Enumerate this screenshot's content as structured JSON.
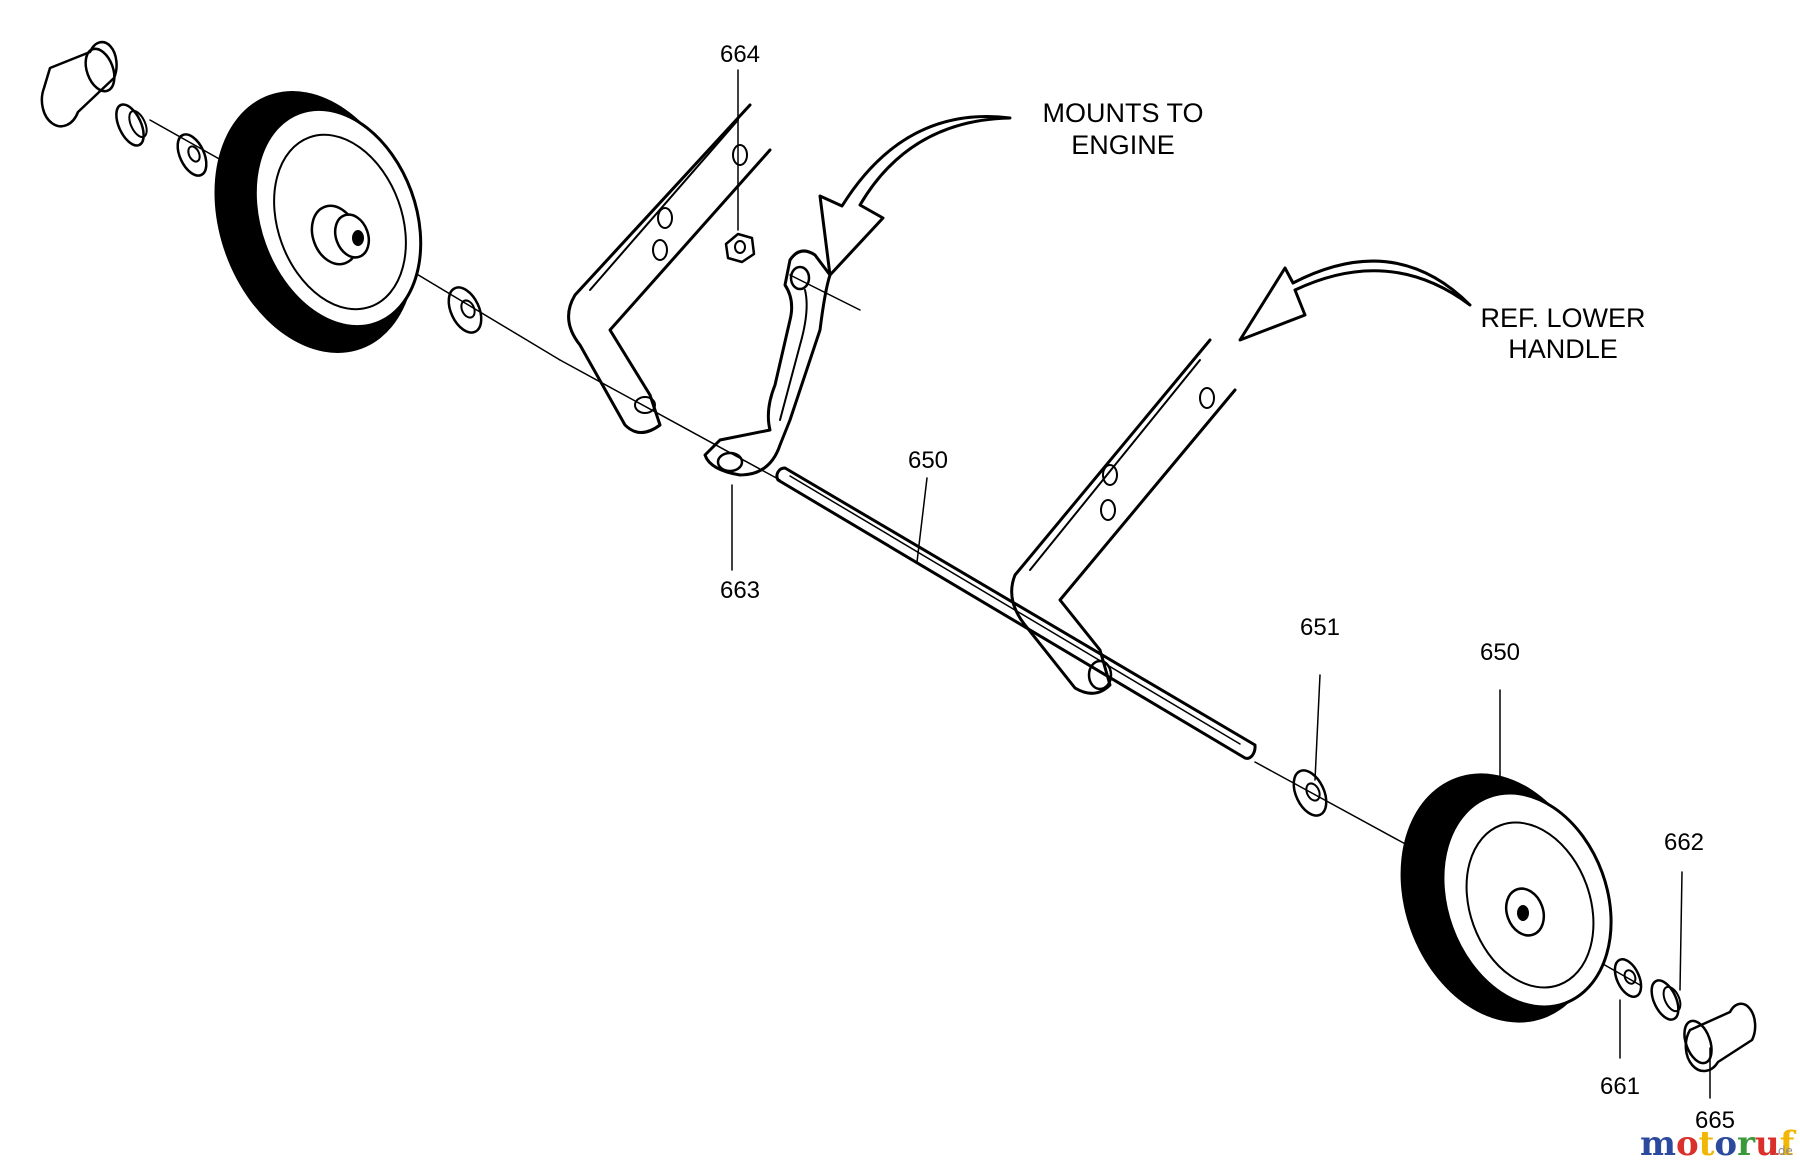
{
  "parts": {
    "p664": "664",
    "p663": "663",
    "p650_axle": "650",
    "p651": "651",
    "p650_wheel": "650",
    "p662": "662",
    "p661": "661",
    "p665": "665"
  },
  "notes": {
    "mounts_line1": "MOUNTS TO",
    "mounts_line2": "ENGINE",
    "ref_line1": "REF. LOWER",
    "ref_line2": "HANDLE"
  },
  "watermark": {
    "letters": [
      "m",
      "o",
      "t",
      "o",
      "r",
      "u",
      "f"
    ],
    "suffix": ".de",
    "colors": [
      "#2b4a9e",
      "#d9302b",
      "#f2b705",
      "#2b4a9e",
      "#3a9a3a",
      "#d9302b",
      "#f2b705"
    ]
  }
}
